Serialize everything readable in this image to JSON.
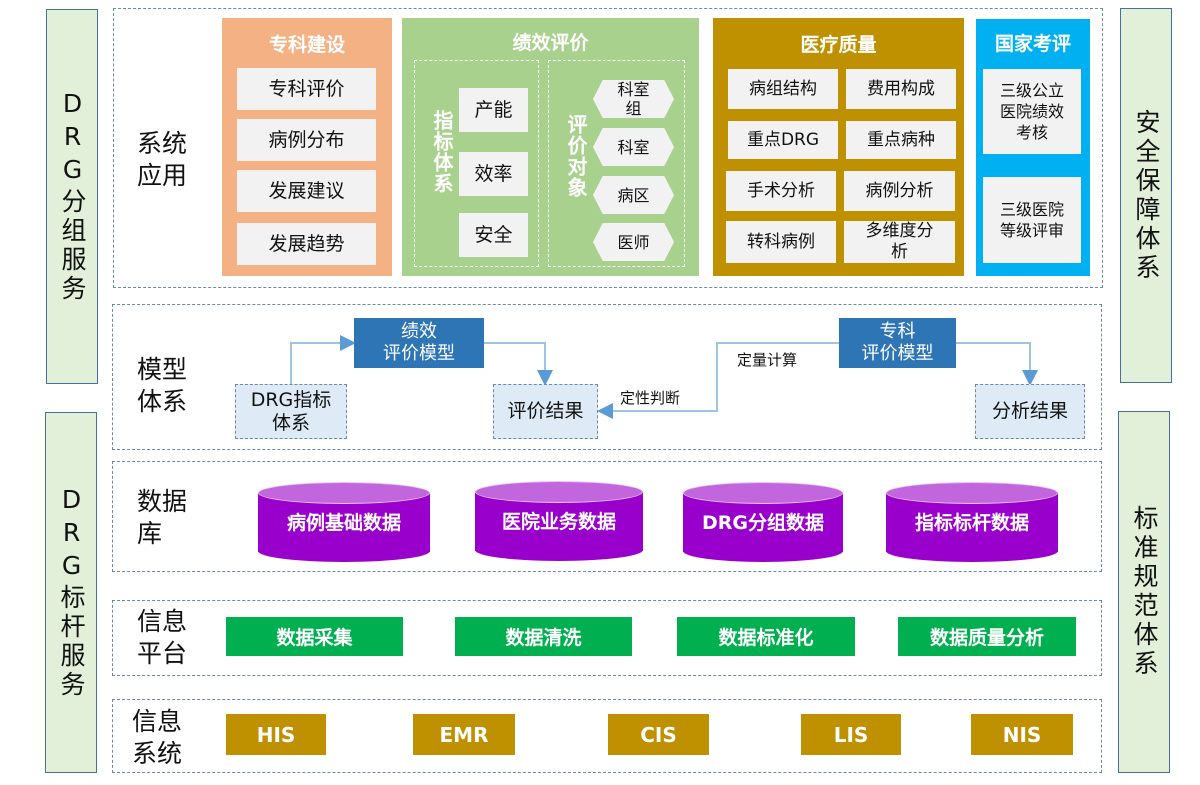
{
  "left_sidebar": {
    "top": "DRG分组服务",
    "bottom": "DRG标杆服务"
  },
  "right_sidebar": {
    "top": "安全保障体系",
    "bottom": "标准规范体系"
  },
  "layers": {
    "application": {
      "label": "系统\n应用",
      "specialty": {
        "title": "专科建设",
        "color": "#f4b183",
        "items": [
          "专科评价",
          "病例分布",
          "发展建议",
          "发展趋势"
        ]
      },
      "performance": {
        "title": "绩效评价",
        "color": "#a9d18e",
        "indicator_group": {
          "title": "指标体系",
          "items": [
            "产能",
            "效率",
            "安全"
          ]
        },
        "target_group": {
          "title": "评价对象",
          "items": [
            "科室\n组",
            "科室",
            "病区",
            "医师"
          ]
        }
      },
      "quality": {
        "title": "医疗质量",
        "color": "#bf9000",
        "items": [
          "病组结构",
          "费用构成",
          "重点DRG",
          "重点病种",
          "手术分析",
          "病例分析",
          "转科病例",
          "多维度分\n析"
        ]
      },
      "national": {
        "title": "国家考评",
        "color": "#00b0f0",
        "items": [
          "三级公立\n医院绩效\n考核",
          "三级医院\n等级评审"
        ]
      }
    },
    "model": {
      "label": "模型\n体系",
      "performance_model": "绩效\n评价模型",
      "specialty_model": "专科\n评价模型",
      "indicator_source": "DRG指标\n体系",
      "evaluation_result": "评价结果",
      "analysis_result": "分析结果",
      "quantitative_label": "定量计算",
      "qualitative_label": "定性判断"
    },
    "database": {
      "label": "数据\n库",
      "items": [
        "病例基础数据",
        "医院业务数据",
        "DRG分组数据",
        "指标标杆数据"
      ]
    },
    "platform": {
      "label": "信息\n平台",
      "items": [
        "数据采集",
        "数据清洗",
        "数据标准化",
        "数据质量分析"
      ]
    },
    "systems": {
      "label": "信息\n系统",
      "items": [
        "HIS",
        "EMR",
        "CIS",
        "LIS",
        "NIS"
      ]
    }
  }
}
